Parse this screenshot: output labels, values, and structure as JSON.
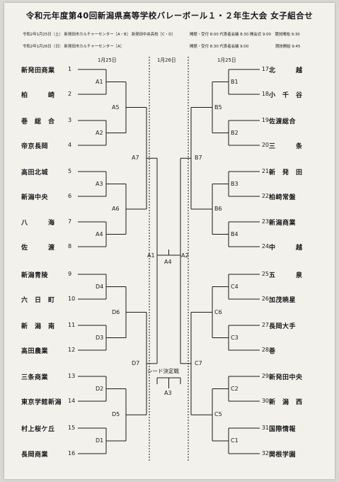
{
  "title": "令和元年度第40回新潟県高等学校バレーボール１・２年生大会 女子組合せ",
  "schedule": {
    "line1_left": "令和2年1月25日（土） 新発田市カルチャーセンター［A・B］ 新発田中央高校［C・D］",
    "line1_right": "開館・受付 8:00 代表者会議 8:30 開会式 9:00　競技開始 9:30",
    "line2_left": "令和2年1月26日（日） 新発田市カルチャーセンター［A］",
    "line2_right": "開館・受付 8:30 代表者会議 9:00　　　　　　　競技開始 9:45"
  },
  "dates": {
    "left": "1月25日",
    "center": "1月26日",
    "right": "1月25日"
  },
  "left_teams": [
    {
      "name": "新発田商業",
      "num": "1"
    },
    {
      "name": "柏　　　崎",
      "num": "2"
    },
    {
      "name": "巻　総　合",
      "num": "3"
    },
    {
      "name": "帝京長岡",
      "num": "4"
    },
    {
      "name": "高田北城",
      "num": "5"
    },
    {
      "name": "新潟中央",
      "num": "6"
    },
    {
      "name": "八　　　海",
      "num": "7"
    },
    {
      "name": "佐　　　渡",
      "num": "8"
    },
    {
      "name": "新潟青陵",
      "num": "9"
    },
    {
      "name": "六　日　町",
      "num": "10"
    },
    {
      "name": "新　潟　南",
      "num": "11"
    },
    {
      "name": "高田農業",
      "num": "12"
    },
    {
      "name": "三条商業",
      "num": "13"
    },
    {
      "name": "東京学館新潟",
      "num": "14"
    },
    {
      "name": "村上桜ケ丘",
      "num": "15"
    },
    {
      "name": "長岡商業",
      "num": "16"
    }
  ],
  "right_teams": [
    {
      "name": "北　　　越",
      "num": "17"
    },
    {
      "name": "小　千　谷",
      "num": "18"
    },
    {
      "name": "佐渡総合",
      "num": "19"
    },
    {
      "name": "三　　　条",
      "num": "20"
    },
    {
      "name": "新　発　田",
      "num": "21"
    },
    {
      "name": "柏崎常盤",
      "num": "22"
    },
    {
      "name": "新潟商業",
      "num": "23"
    },
    {
      "name": "中　　　越",
      "num": "24"
    },
    {
      "name": "五　　　泉",
      "num": "25"
    },
    {
      "name": "加茂暁星",
      "num": "26"
    },
    {
      "name": "長岡大手",
      "num": "27"
    },
    {
      "name": "巻",
      "num": "28"
    },
    {
      "name": "新発田中央",
      "num": "29"
    },
    {
      "name": "新　潟　西",
      "num": "30"
    },
    {
      "name": "国際情報",
      "num": "31"
    },
    {
      "name": "関根学園",
      "num": "32"
    }
  ],
  "left_r1": [
    "A1",
    "A2",
    "A3",
    "A4",
    "D4",
    "D3",
    "D2",
    "D1"
  ],
  "left_r2": [
    "A5",
    "A6",
    "D6",
    "D5"
  ],
  "left_r3": [
    "A7",
    "D7"
  ],
  "right_r1": [
    "B1",
    "B2",
    "B3",
    "B4",
    "C4",
    "C3",
    "C2",
    "C1"
  ],
  "right_r2": [
    "B5",
    "B6",
    "C6",
    "C5"
  ],
  "right_r3": [
    "B7",
    "C7"
  ],
  "semis": {
    "left": "A1",
    "right": "A2",
    "final": "A4"
  },
  "seed": {
    "label": "シード決定戦",
    "match": "A3"
  }
}
